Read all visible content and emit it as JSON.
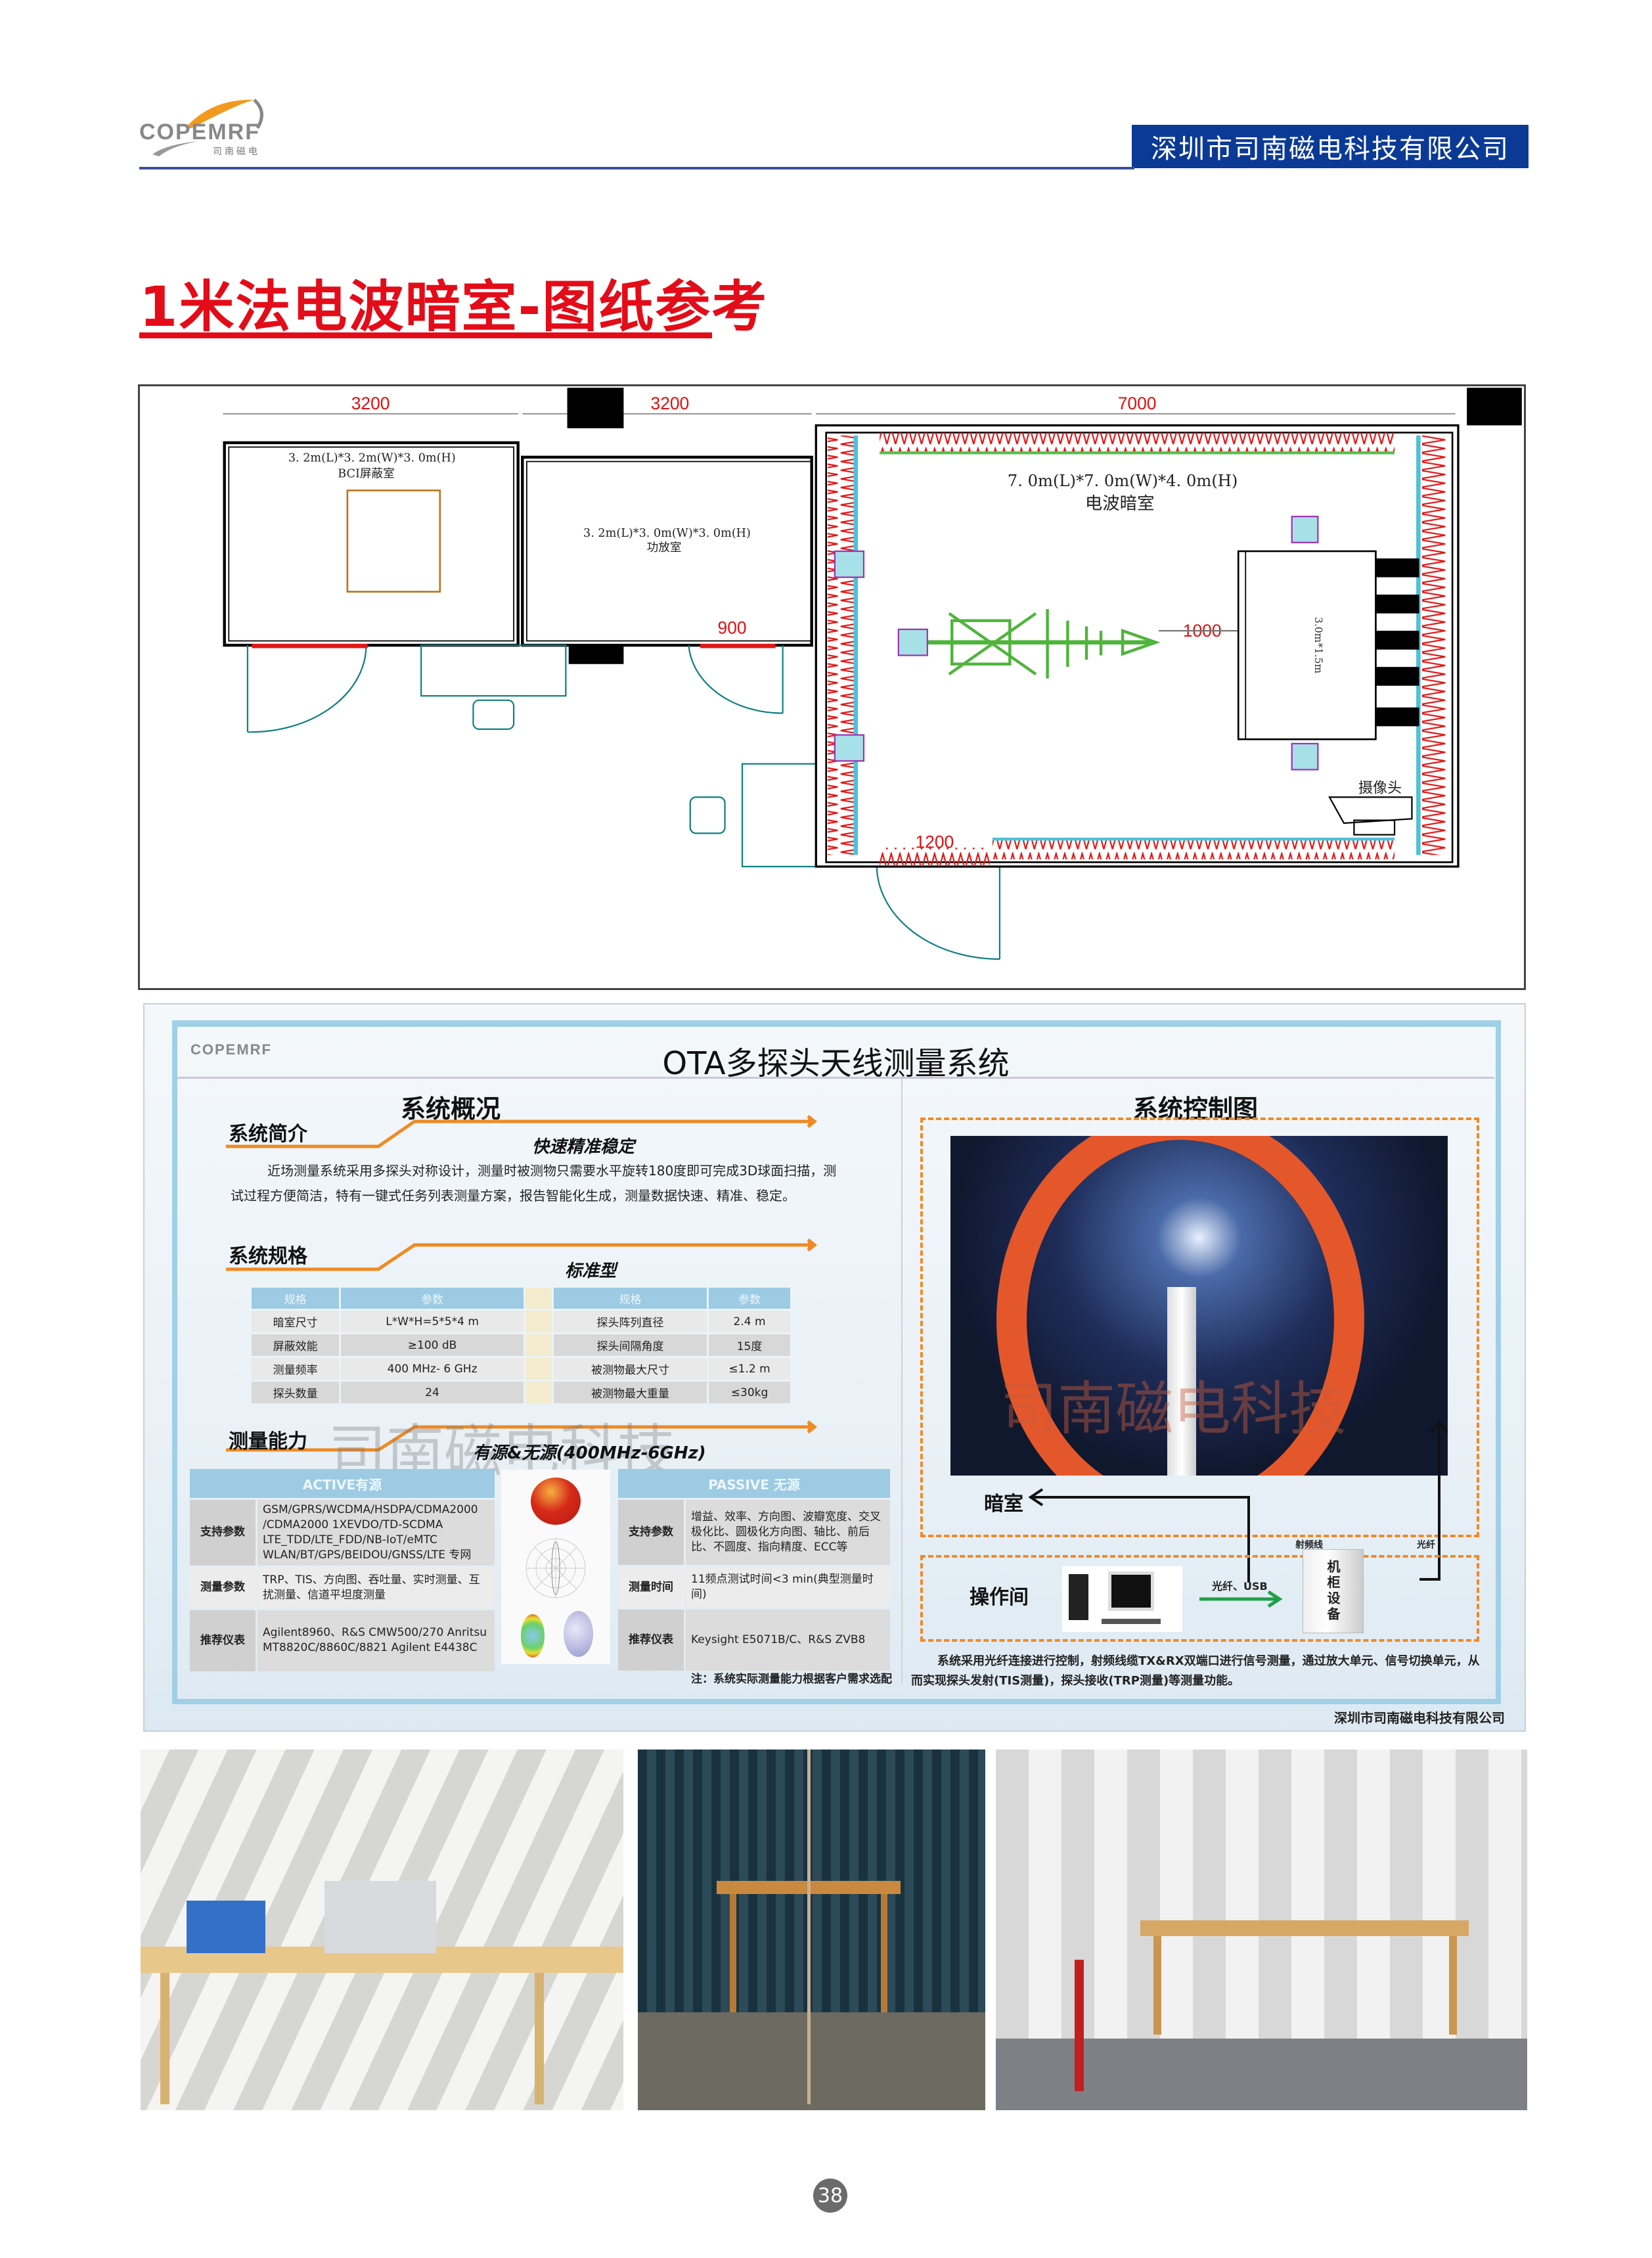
{
  "header": {
    "logo_text": "COPEMRF",
    "logo_sub": "司南磁电",
    "company_banner": "深圳市司南磁电科技有限公司"
  },
  "page_title": "1米法电波暗室-图纸参考",
  "floor_plan": {
    "dims": [
      "3200",
      "3200",
      "7000",
      "900",
      "1000",
      "1200"
    ],
    "bci_room": {
      "size": "3. 2m(L)*3. 2m(W)*3. 0m(H)",
      "name": "BCI屏蔽室"
    },
    "amp_room": {
      "size": "3. 2m(L)*3. 0m(W)*3. 0m(H)",
      "name": "功放室"
    },
    "chamber": {
      "size": "7. 0m(L)*7. 0m(W)*4. 0m(H)",
      "name": "电波暗室"
    },
    "table_label": "3.0m*1.5m",
    "camera_label": "摄像头"
  },
  "ota": {
    "logo_text": "COPEMRF",
    "title": "OTA多探头天线测量系统",
    "overview_heading": "系统概况",
    "control_heading": "系统控制图",
    "intro": {
      "label": "系统简介",
      "tagline": "快速精准稳定",
      "text": "近场测量系统采用多探头对称设计，测量时被测物只需要水平旋转180度即可完成3D球面扫描，测试过程方便简洁，特有一键式任务列表测量方案，报告智能化生成，测量数据快速、精准、稳定。"
    },
    "spec": {
      "label": "系统规格",
      "tagline": "标准型",
      "headers": [
        "规格",
        "参数",
        "规格",
        "参数"
      ],
      "rows": [
        [
          "暗室尺寸",
          "L*W*H=5*5*4 m",
          "探头阵列直径",
          "2.4 m"
        ],
        [
          "屏蔽效能",
          "≥100 dB",
          "探头间隔角度",
          "15度"
        ],
        [
          "测量频率",
          "400 MHz- 6 GHz",
          "被测物最大尺寸",
          "≤1.2 m"
        ],
        [
          "探头数量",
          "24",
          "被测物最大重量",
          "≤30kg"
        ]
      ]
    },
    "capability": {
      "label": "测量能力",
      "tagline": "有源&无源(400MHz-6GHz)",
      "active": {
        "header": "ACTIVE有源",
        "rows": [
          [
            "支持参数",
            "GSM/GPRS/WCDMA/HSDPA/CDMA2000 /CDMA2000 1XEVDO/TD-SCDMA LTE_TDD/LTE_FDD/NB-IoT/eMTC WLAN/BT/GPS/BEIDOU/GNSS/LTE 专网"
          ],
          [
            "测量参数",
            "TRP、TIS、方向图、吞吐量、实时测量、互扰测量、信道平坦度测量"
          ],
          [
            "推荐仪表",
            "Agilent8960、R&S CMW500/270 Anritsu MT8820C/8860C/8821 Agilent E4438C"
          ]
        ]
      },
      "passive": {
        "header": "PASSIVE 无源",
        "rows": [
          [
            "支持参数",
            "增益、效率、方向图、波瓣宽度、交叉极化比、圆极化方向图、轴比、前后比、不圆度、指向精度、ECC等"
          ],
          [
            "测量时间",
            "11频点测试时间<3 min(典型测量时间)"
          ],
          [
            "推荐仪表",
            "Keysight E5071B/C、R&S ZVB8"
          ]
        ]
      },
      "note": "注：系统实际测量能力根据客户需求选配"
    },
    "control": {
      "chamber_label": "暗室",
      "operation_label": "操作间",
      "link_label": "光纤、USB",
      "rf_label": "射频线",
      "fiber_label": "光纤",
      "cabinet_label": "机柜设备",
      "description": "系统采用光纤连接进行控制，射频线缆TX&RX双端口进行信号测量，通过放大单元、信号切换单元，从而实现探头发射(TIS测量)，探头接收(TRP测量)等测量功能。"
    },
    "watermark": "司南磁电科技",
    "footer": "深圳市司南磁电科技有限公司"
  },
  "page_number": "38",
  "colors": {
    "brand_blue": "#0b3a96",
    "title_red": "#e30c18",
    "accent_orange": "#f08a24",
    "table_blue": "#9ccbe3"
  }
}
